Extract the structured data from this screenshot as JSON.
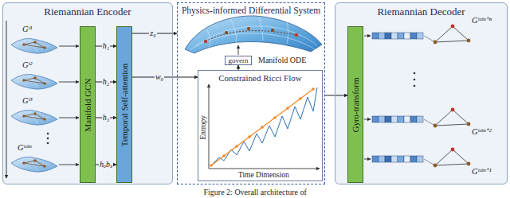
{
  "diagram": {
    "caption": "Figure 2: Overall architecture of",
    "nodes": [
      {
        "text": [
          "Riemannian Encoder"
        ]
      },
      {
        "text": [
          "Manifold GCN"
        ],
        "in": 0
      },
      {
        "text": [
          "Temporal Self-attention"
        ],
        "in": 0
      },
      {
        "text": [
          "Physics-informed Differential System"
        ]
      },
      {
        "text": [
          "Constrained Ricci Flow"
        ],
        "in": 3
      },
      {
        "text": [
          "govern"
        ],
        "in": 3
      },
      {
        "text": [
          "Riemannian Decoder"
        ]
      },
      {
        "text": [
          "Gyro-transform"
        ],
        "in": 6
      }
    ],
    "edges": [
      {
        "from": 1,
        "to": 2,
        "arrow": "to",
        "label": "h₁"
      },
      {
        "from": 1,
        "to": 2,
        "arrow": "to",
        "label": "h₂"
      },
      {
        "from": 1,
        "to": 2,
        "arrow": "to",
        "label": "h₃"
      },
      {
        "from": 1,
        "to": 2,
        "arrow": "to",
        "label": "hₒbₛ"
      },
      {
        "from": 2,
        "to": 3,
        "arrow": "to",
        "label": "z₀"
      },
      {
        "from": 2,
        "to": 4,
        "arrow": "to",
        "label": "w₀"
      },
      {
        "from": 4,
        "to": 5,
        "arrow": "to"
      },
      {
        "from": 3,
        "to": 7,
        "arrow": "to"
      }
    ],
    "labels": [
      "Gᵗ¹",
      "Gᵗ²",
      "Gᵗ³",
      "Gᵗᵒᵇˢ",
      "Manifold ODE",
      "Entropy",
      "Time Dimension",
      "Gᵗᵒᵇˢ⁺ⁿ",
      "Gᵗᵒᵇˢ⁺²",
      "Gᵗᵒᵇˢ⁺¹"
    ]
  }
}
